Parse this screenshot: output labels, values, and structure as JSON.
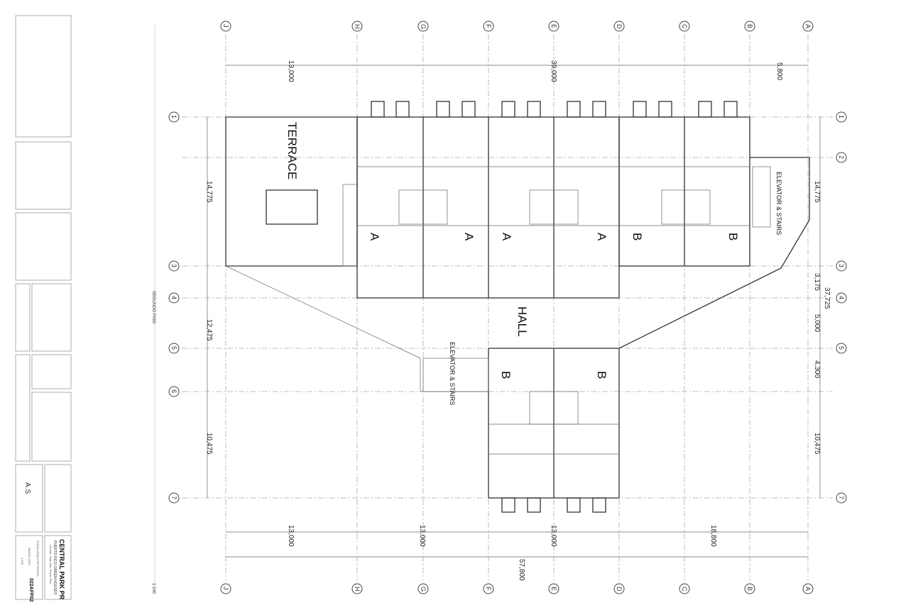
{
  "sheet": {
    "project": "CENTRAL PARK PR",
    "client": "PUERTO RICO GREEN HOUSES",
    "location": "Dorado, Vega Alta, Puerto Rico",
    "drawing_title": "PLANO ARQUITECTONICO",
    "date": "MARZO 2020",
    "scale": "1:100",
    "sheet_number": "022AFP02",
    "logo": "A.S"
  },
  "plan": {
    "level_label": "SEGUNDO PISO",
    "scale_label": "1:100",
    "columns": [
      "J",
      "H",
      "G",
      "F",
      "E",
      "D",
      "C",
      "B",
      "A"
    ],
    "rows": [
      "1",
      "2",
      "3",
      "4",
      "5",
      "6",
      "7"
    ],
    "dims_top": [
      "13,000",
      "39,000",
      "5,800"
    ],
    "dims_bottom": [
      "13,000",
      "13,000",
      "13,000",
      "18,800"
    ],
    "dim_bottom_total": "57,800",
    "dims_left": [
      "14,775",
      "12,475",
      "10,475"
    ],
    "dims_right": [
      "14,775",
      "3,175",
      "5,000",
      "4,300",
      "10,475"
    ],
    "dim_right_total": "37,725",
    "rooms": {
      "terrace": "TERRACE",
      "hall": "HALL",
      "elevator_stairs": "ELEVATOR & STAIRS",
      "unit_a": "A",
      "unit_b": "B"
    }
  }
}
